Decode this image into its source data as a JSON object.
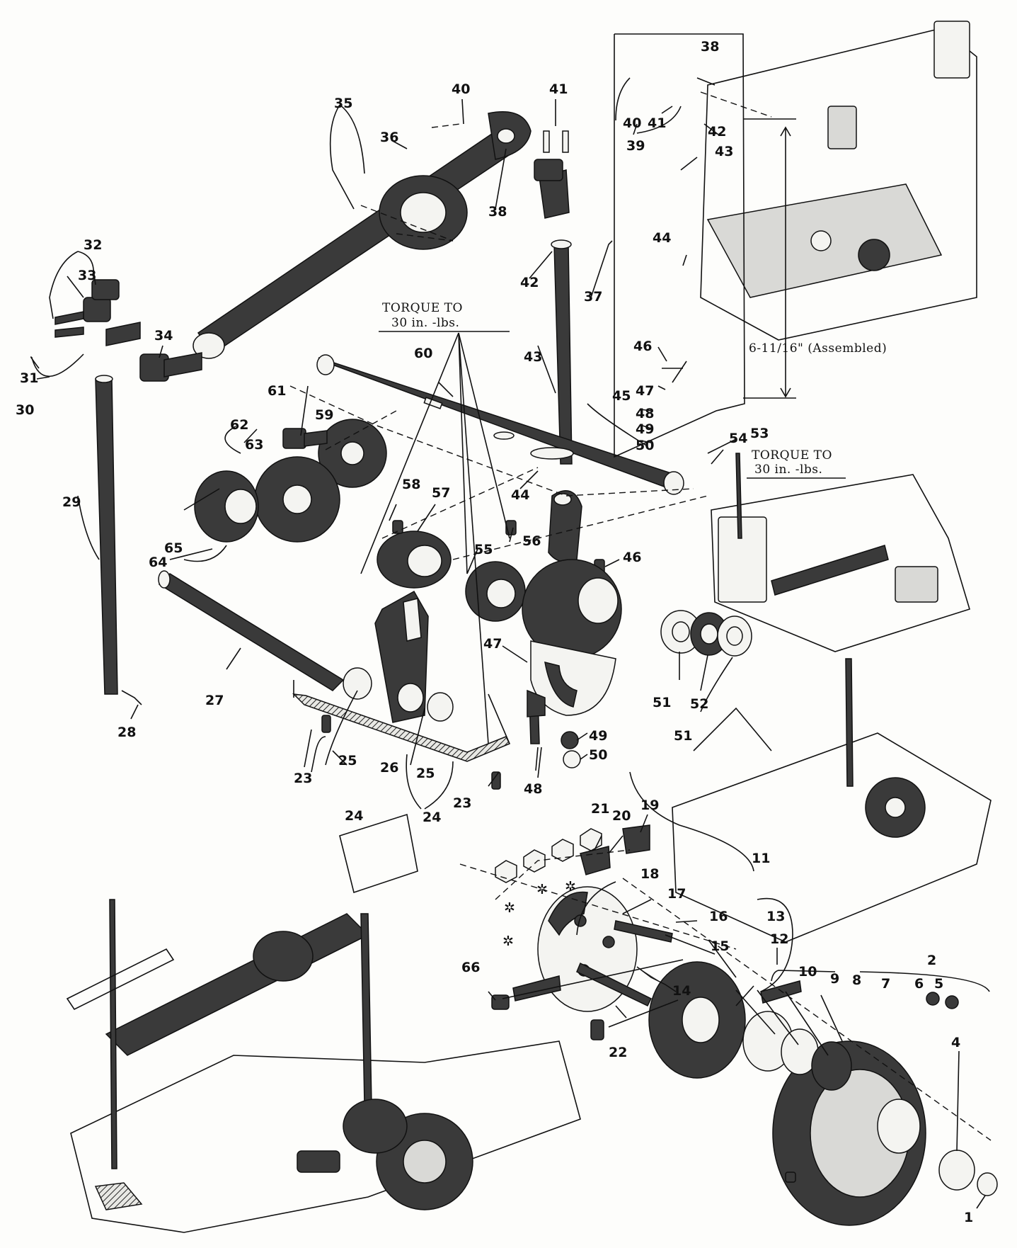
{
  "notes": {
    "torque_left_line1": "TORQUE TO",
    "torque_left_line2": "30 in. -lbs.",
    "torque_right_line1": "TORQUE TO",
    "torque_right_line2": "30 in. -lbs.",
    "assembled_dimension": "6-11/16\" (Assembled)"
  },
  "callouts": [
    {
      "id": "c1",
      "label": "1"
    },
    {
      "id": "c2",
      "label": "2"
    },
    {
      "id": "c4",
      "label": "4"
    },
    {
      "id": "c5",
      "label": "5"
    },
    {
      "id": "c6",
      "label": "6"
    },
    {
      "id": "c7",
      "label": "7"
    },
    {
      "id": "c8",
      "label": "8"
    },
    {
      "id": "c9",
      "label": "9"
    },
    {
      "id": "c10",
      "label": "10"
    },
    {
      "id": "c11",
      "label": "11"
    },
    {
      "id": "c12",
      "label": "12"
    },
    {
      "id": "c13",
      "label": "13"
    },
    {
      "id": "c14",
      "label": "14"
    },
    {
      "id": "c15",
      "label": "15"
    },
    {
      "id": "c16",
      "label": "16"
    },
    {
      "id": "c17",
      "label": "17"
    },
    {
      "id": "c18",
      "label": "18"
    },
    {
      "id": "c19",
      "label": "19"
    },
    {
      "id": "c20",
      "label": "20"
    },
    {
      "id": "c21",
      "label": "21"
    },
    {
      "id": "c22",
      "label": "22"
    },
    {
      "id": "c23a",
      "label": "23"
    },
    {
      "id": "c23b",
      "label": "23"
    },
    {
      "id": "c24a",
      "label": "24"
    },
    {
      "id": "c24b",
      "label": "24"
    },
    {
      "id": "c25a",
      "label": "25"
    },
    {
      "id": "c25b",
      "label": "25"
    },
    {
      "id": "c26",
      "label": "26"
    },
    {
      "id": "c27",
      "label": "27"
    },
    {
      "id": "c28",
      "label": "28"
    },
    {
      "id": "c29",
      "label": "29"
    },
    {
      "id": "c30",
      "label": "30"
    },
    {
      "id": "c31",
      "label": "31"
    },
    {
      "id": "c32",
      "label": "32"
    },
    {
      "id": "c33",
      "label": "33"
    },
    {
      "id": "c34",
      "label": "34"
    },
    {
      "id": "c35",
      "label": "35"
    },
    {
      "id": "c36",
      "label": "36"
    },
    {
      "id": "c37",
      "label": "37"
    },
    {
      "id": "c38a",
      "label": "38"
    },
    {
      "id": "c38b",
      "label": "38"
    },
    {
      "id": "c39",
      "label": "39"
    },
    {
      "id": "c40a",
      "label": "40"
    },
    {
      "id": "c40b",
      "label": "40"
    },
    {
      "id": "c41a",
      "label": "41"
    },
    {
      "id": "c41b",
      "label": "41"
    },
    {
      "id": "c42a",
      "label": "42"
    },
    {
      "id": "c42b",
      "label": "42"
    },
    {
      "id": "c43a",
      "label": "43"
    },
    {
      "id": "c43b",
      "label": "43"
    },
    {
      "id": "c44a",
      "label": "44"
    },
    {
      "id": "c44b",
      "label": "44"
    },
    {
      "id": "c45",
      "label": "45"
    },
    {
      "id": "c46a",
      "label": "46"
    },
    {
      "id": "c46b",
      "label": "46"
    },
    {
      "id": "c47a",
      "label": "47"
    },
    {
      "id": "c47b",
      "label": "47"
    },
    {
      "id": "c48a",
      "label": "48"
    },
    {
      "id": "c48b",
      "label": "48"
    },
    {
      "id": "c49a",
      "label": "49"
    },
    {
      "id": "c49b",
      "label": "49"
    },
    {
      "id": "c50a",
      "label": "50"
    },
    {
      "id": "c50b",
      "label": "50"
    },
    {
      "id": "c51a",
      "label": "51"
    },
    {
      "id": "c51b",
      "label": "51"
    },
    {
      "id": "c52",
      "label": "52"
    },
    {
      "id": "c53",
      "label": "53"
    },
    {
      "id": "c54",
      "label": "54"
    },
    {
      "id": "c55",
      "label": "55"
    },
    {
      "id": "c56",
      "label": "56"
    },
    {
      "id": "c57",
      "label": "57"
    },
    {
      "id": "c58",
      "label": "58"
    },
    {
      "id": "c59",
      "label": "59"
    },
    {
      "id": "c60",
      "label": "60"
    },
    {
      "id": "c61",
      "label": "61"
    },
    {
      "id": "c62",
      "label": "62"
    },
    {
      "id": "c63",
      "label": "63"
    },
    {
      "id": "c64",
      "label": "64"
    },
    {
      "id": "c65",
      "label": "65"
    },
    {
      "id": "c66",
      "label": "66"
    }
  ]
}
